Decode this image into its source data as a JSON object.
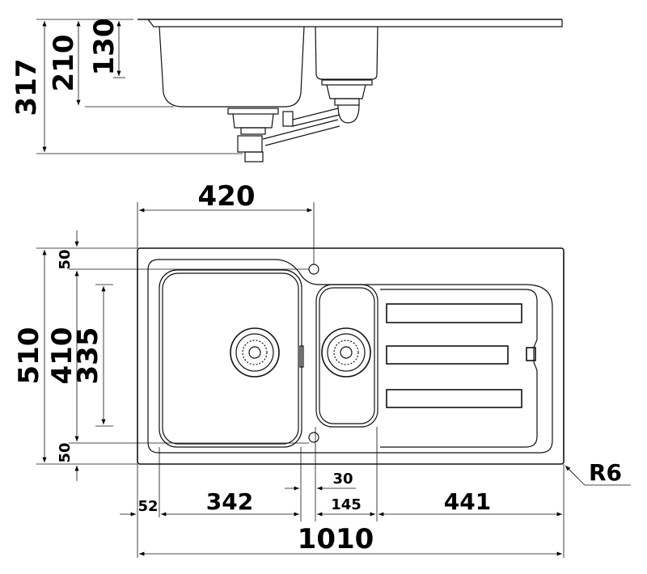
{
  "side_view": {
    "dimensions": {
      "overall_depth": "317",
      "bowl_depth": "210",
      "small_bowl_depth": "130"
    }
  },
  "plan_view": {
    "dimensions": {
      "bowl_to_tap_hole": "420",
      "top_margin": "50",
      "overall_depth": "510",
      "inner_depth": "410",
      "bowl_depth": "335",
      "bottom_margin": "50",
      "left_margin": "52",
      "main_bowl_width": "342",
      "bowl_gap": "30",
      "small_bowl_width": "145",
      "drainer_width": "441",
      "overall_width": "1010",
      "corner_radius": "R6"
    }
  },
  "colors": {
    "line": "#111111",
    "background": "#ffffff"
  }
}
